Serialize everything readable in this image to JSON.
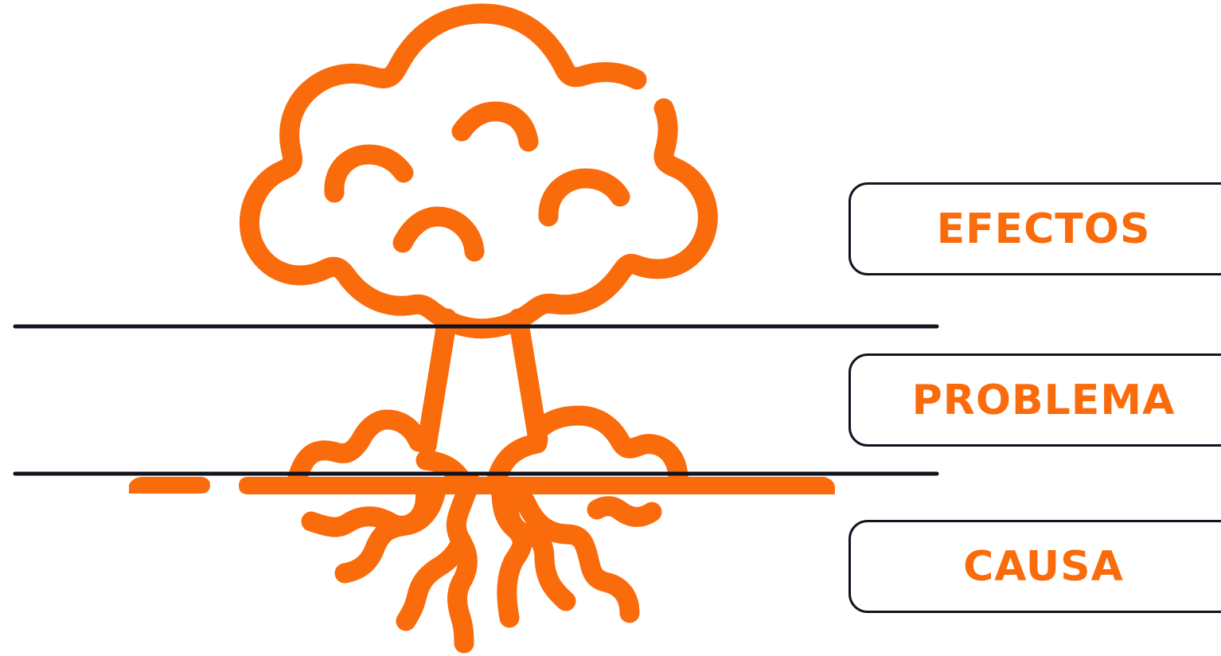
{
  "colors": {
    "accent": "#fa6b0c",
    "line": "#13131f",
    "background": "#ffffff"
  },
  "icons": [
    "tree-with-roots-icon"
  ],
  "labels": {
    "effects": "EFECTOS",
    "problem": "PROBLEMA",
    "cause": "CAUSA"
  }
}
